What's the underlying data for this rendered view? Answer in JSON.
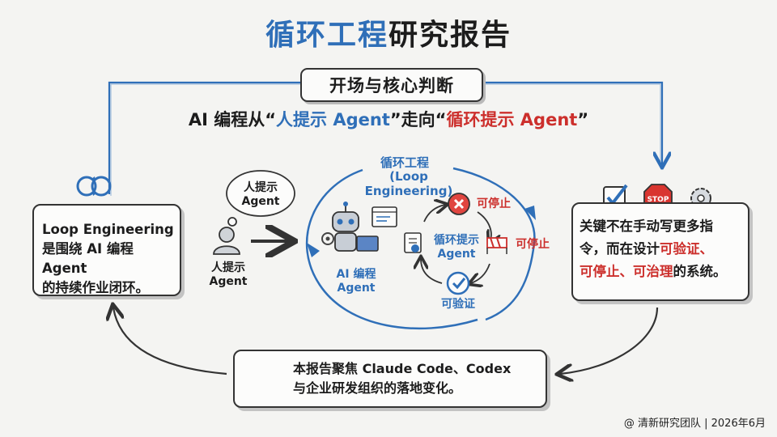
{
  "title": {
    "part1": "循环工程",
    "part2": "研究报告"
  },
  "section_title": "开场与核心判断",
  "subtitle": {
    "prefix": "AI 编程从“",
    "human": "人提示 Agent",
    "middle": "”走向“",
    "loop": "循环提示 Agent",
    "suffix": "”"
  },
  "left_card": {
    "line1": "Loop Engineering",
    "line2": "是围绕 AI 编程 Agent",
    "line3": "的持续作业闭环。"
  },
  "right_card": {
    "line1": "关键不在手动写更多指",
    "line2_a": "令，而在设计",
    "line2_b": "可验证、",
    "line3_a": "可停止、可治理",
    "line3_b": "的系统。"
  },
  "bottom_card": {
    "line1": "本报告聚焦 Claude Code、Codex",
    "line2": "与企业研发组织的落地变化。"
  },
  "loop": {
    "title": "循环工程",
    "title_en": "(Loop Engineering)",
    "ai_agent_line1": "AI 编程",
    "ai_agent_line2": "Agent",
    "center_line1": "循环提示",
    "center_line2": "Agent",
    "stoppable_top": "可停止",
    "stoppable_right": "可停止",
    "verifiable": "可验证"
  },
  "human_agent": {
    "bubble_line1": "人提示",
    "bubble_line2": "Agent",
    "label_line1": "人提示",
    "label_line2": "Agent"
  },
  "icons": {
    "stop_sign_text": "STOP"
  },
  "colors": {
    "accent_blue": "#2f6fb8",
    "accent_red": "#cc2f2c",
    "ink": "#1c1c1c"
  },
  "footer": "@ 清新研究团队 | 2026年6月"
}
